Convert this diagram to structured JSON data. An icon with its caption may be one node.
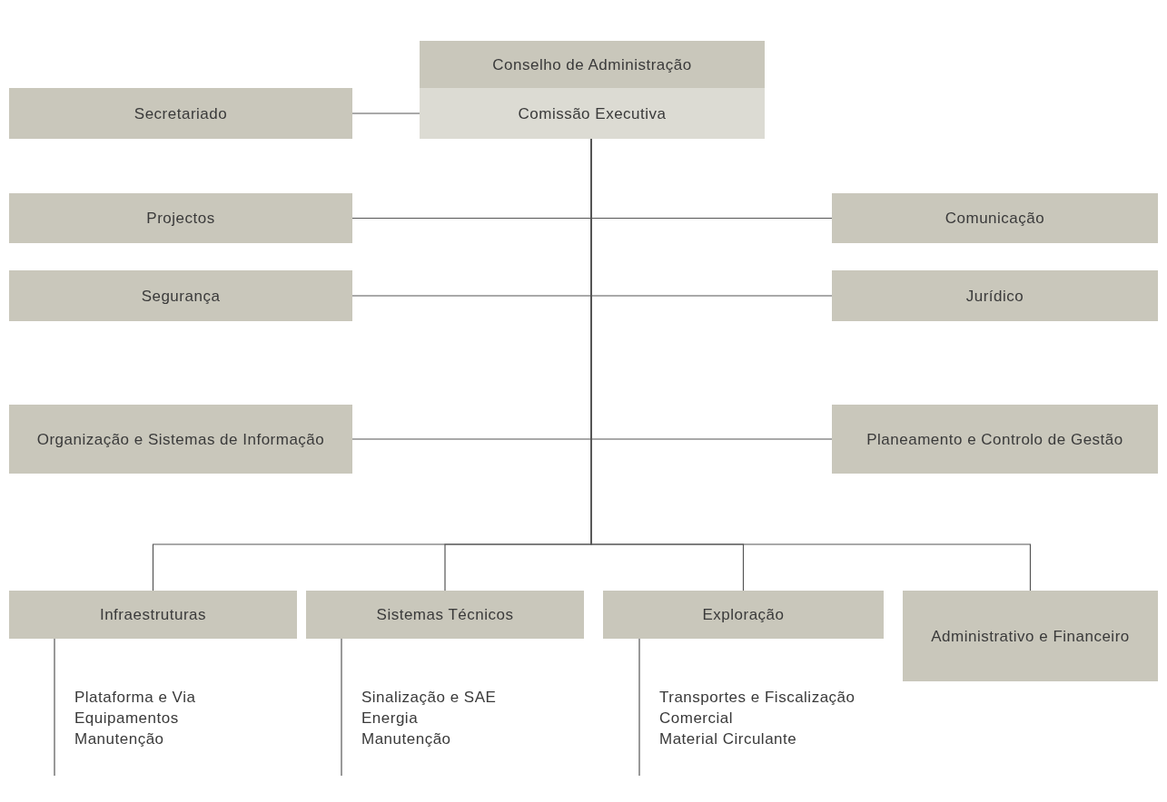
{
  "diagram": {
    "nodes": [
      {
        "text": [
          "Conselho de Administração"
        ]
      },
      {
        "text": [
          "Comissão Executiva"
        ]
      },
      {
        "text": [
          "Secretariado"
        ]
      },
      {
        "text": [
          "Projectos"
        ]
      },
      {
        "text": [
          "Comunicação"
        ]
      },
      {
        "text": [
          "Segurança"
        ]
      },
      {
        "text": [
          "Jurídico"
        ]
      },
      {
        "text": [
          "Organização e Sistemas de Informação"
        ]
      },
      {
        "text": [
          "Planeamento e Controlo de Gestão"
        ]
      },
      {
        "text": [
          "Infraestruturas"
        ]
      },
      {
        "text": [
          "Sistemas Técnicos"
        ]
      },
      {
        "text": [
          "Exploração"
        ]
      },
      {
        "text": [
          "Administrativo e Financeiro"
        ]
      },
      {
        "text": [
          "Plataforma e Via",
          "Equipamentos",
          "Manutenção"
        ]
      },
      {
        "text": [
          "Sinalização e SAE",
          "Energia",
          "Manutenção"
        ]
      },
      {
        "text": [
          "Transportes e Fiscalização",
          "Comercial",
          "Material Circulante"
        ]
      }
    ],
    "edges": [
      {
        "from": 2,
        "to": 1,
        "arrow": "none"
      },
      {
        "from": 1,
        "to": 3,
        "arrow": "none"
      },
      {
        "from": 1,
        "to": 4,
        "arrow": "none"
      },
      {
        "from": 1,
        "to": 5,
        "arrow": "none"
      },
      {
        "from": 1,
        "to": 6,
        "arrow": "none"
      },
      {
        "from": 1,
        "to": 7,
        "arrow": "none"
      },
      {
        "from": 1,
        "to": 8,
        "arrow": "none"
      },
      {
        "from": 1,
        "to": 9,
        "arrow": "none"
      },
      {
        "from": 1,
        "to": 10,
        "arrow": "none"
      },
      {
        "from": 1,
        "to": 11,
        "arrow": "none"
      },
      {
        "from": 1,
        "to": 12,
        "arrow": "none"
      },
      {
        "from": 9,
        "to": 13,
        "arrow": "none"
      },
      {
        "from": 10,
        "to": 14,
        "arrow": "none"
      },
      {
        "from": 11,
        "to": 15,
        "arrow": "none"
      }
    ]
  }
}
